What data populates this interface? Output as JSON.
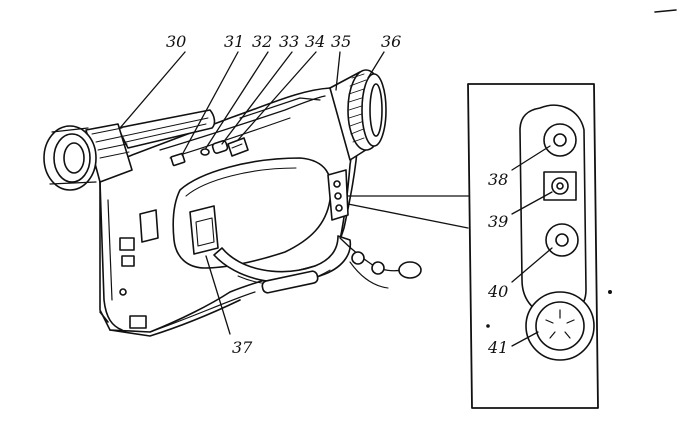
{
  "diagram": {
    "callouts": [
      {
        "id": "c30",
        "text": "30"
      },
      {
        "id": "c31",
        "text": "31"
      },
      {
        "id": "c32",
        "text": "32"
      },
      {
        "id": "c33",
        "text": "33"
      },
      {
        "id": "c34",
        "text": "34"
      },
      {
        "id": "c35",
        "text": "35"
      },
      {
        "id": "c36",
        "text": "36"
      },
      {
        "id": "c37",
        "text": "37"
      },
      {
        "id": "c38",
        "text": "38"
      },
      {
        "id": "c39",
        "text": "39"
      },
      {
        "id": "c40",
        "text": "40"
      },
      {
        "id": "c41",
        "text": "41"
      }
    ],
    "colors": {
      "ink": "#111111",
      "paper": "#ffffff",
      "shade": "#cfcfcf"
    }
  }
}
